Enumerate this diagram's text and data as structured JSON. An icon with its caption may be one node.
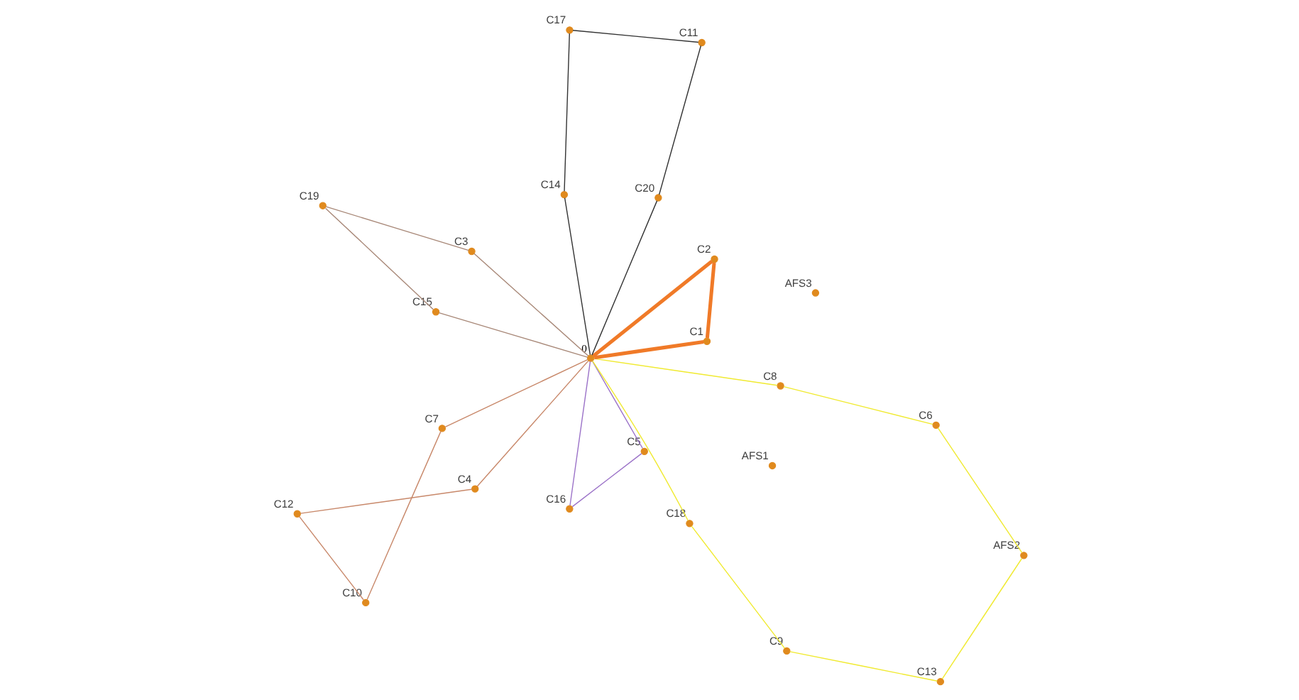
{
  "diagram": {
    "nodes": [
      {
        "text": [],
        "shape": "circle",
        "beside": [
          "C12"
        ]
      },
      {
        "text": [],
        "shape": "circle",
        "beside": [
          "AFS1"
        ]
      },
      {
        "text": [],
        "shape": "circle",
        "beside": [
          "C16"
        ]
      },
      {
        "text": [],
        "shape": "circle",
        "beside": [
          "C4"
        ]
      },
      {
        "text": [],
        "shape": "circle",
        "beside": [
          "C10"
        ]
      },
      {
        "text": [],
        "shape": "circle",
        "beside": [
          "C5"
        ]
      },
      {
        "text": [],
        "shape": "circle",
        "beside": [
          "C6"
        ]
      },
      {
        "text": [],
        "shape": "circle",
        "beside": [
          "C8"
        ]
      },
      {
        "text": [],
        "shape": "circle",
        "beside": [
          "C7"
        ]
      },
      {
        "text": [],
        "shape": "circle",
        "beside": [
          "0"
        ]
      },
      {
        "text": [],
        "shape": "circle",
        "beside": [
          "C1"
        ]
      },
      {
        "text": [],
        "shape": "circle",
        "beside": [
          "C2"
        ]
      },
      {
        "text": [],
        "shape": "circle",
        "beside": [
          "AFS2"
        ]
      },
      {
        "text": [],
        "shape": "circle",
        "beside": [
          "C13"
        ]
      },
      {
        "text": [],
        "shape": "circle",
        "beside": [
          "C9"
        ]
      },
      {
        "text": [],
        "shape": "circle",
        "beside": [
          "C18"
        ]
      },
      {
        "text": [],
        "shape": "circle",
        "beside": [
          "C3"
        ]
      },
      {
        "text": [],
        "shape": "circle",
        "beside": [
          "C20"
        ]
      },
      {
        "text": [],
        "shape": "circle",
        "beside": [
          "AFS3"
        ]
      },
      {
        "text": [],
        "shape": "circle",
        "beside": [
          "C15"
        ]
      },
      {
        "text": [],
        "shape": "circle",
        "beside": [
          "C11"
        ]
      },
      {
        "text": [],
        "shape": "circle",
        "beside": [
          "C14"
        ]
      },
      {
        "text": [],
        "shape": "circle",
        "beside": [
          "C17"
        ]
      },
      {
        "text": [],
        "shape": "circle",
        "beside": [
          "C19"
        ]
      }
    ],
    "edges": [
      {
        "from": 9,
        "to": 8,
        "arrow": "none",
        "color": "#c8886a"
      },
      {
        "from": 8,
        "to": 4,
        "arrow": "none",
        "color": "#c8886a"
      },
      {
        "from": 4,
        "to": 0,
        "arrow": "none",
        "color": "#c8886a"
      },
      {
        "from": 0,
        "to": 3,
        "arrow": "none",
        "color": "#c8886a"
      },
      {
        "from": 3,
        "to": 9,
        "arrow": "none",
        "color": "#c8886a"
      },
      {
        "from": 9,
        "to": 2,
        "arrow": "none",
        "color": "#9b72c8"
      },
      {
        "from": 2,
        "to": 5,
        "arrow": "none",
        "color": "#9b72c8"
      },
      {
        "from": 5,
        "to": 9,
        "arrow": "none",
        "color": "#9b72c8"
      },
      {
        "from": 9,
        "to": 11,
        "arrow": "none",
        "style": "thick",
        "color": "#f07a28"
      },
      {
        "from": 11,
        "to": 10,
        "arrow": "none",
        "style": "thick",
        "color": "#f07a28"
      },
      {
        "from": 10,
        "to": 9,
        "arrow": "none",
        "style": "thick",
        "color": "#f07a28"
      },
      {
        "from": 9,
        "to": 16,
        "arrow": "none",
        "color": "#a88878"
      },
      {
        "from": 16,
        "to": 23,
        "arrow": "none",
        "color": "#a88878"
      },
      {
        "from": 23,
        "to": 19,
        "arrow": "none",
        "color": "#a88878"
      },
      {
        "from": 19,
        "to": 9,
        "arrow": "none",
        "color": "#a88878"
      },
      {
        "from": 9,
        "to": 21,
        "arrow": "none",
        "color": "#333333"
      },
      {
        "from": 21,
        "to": 22,
        "arrow": "none",
        "color": "#333333"
      },
      {
        "from": 22,
        "to": 20,
        "arrow": "none",
        "color": "#333333"
      },
      {
        "from": 20,
        "to": 17,
        "arrow": "none",
        "color": "#333333"
      },
      {
        "from": 17,
        "to": 9,
        "arrow": "none",
        "color": "#333333"
      },
      {
        "from": 9,
        "to": 7,
        "arrow": "none",
        "color": "#f0ea30"
      },
      {
        "from": 7,
        "to": 6,
        "arrow": "none",
        "color": "#f0ea30"
      },
      {
        "from": 6,
        "to": 12,
        "arrow": "none",
        "color": "#f0ea30"
      },
      {
        "from": 12,
        "to": 13,
        "arrow": "none",
        "color": "#f0ea30"
      },
      {
        "from": 13,
        "to": 14,
        "arrow": "none",
        "color": "#f0ea30"
      },
      {
        "from": 14,
        "to": 15,
        "arrow": "none",
        "color": "#f0ea30"
      },
      {
        "from": 15,
        "to": 9,
        "arrow": "none",
        "color": "#f0ea30"
      }
    ]
  }
}
